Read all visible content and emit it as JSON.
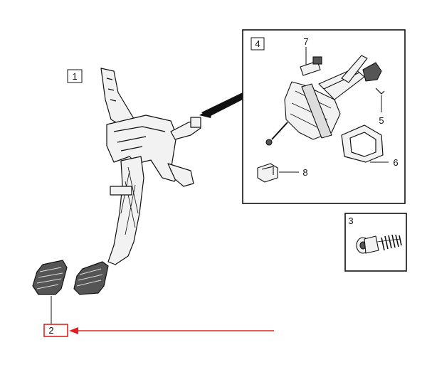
{
  "diagram": {
    "callouts": {
      "c1": "1",
      "c2": "2",
      "c3": "3",
      "c4": "4",
      "c5": "5",
      "c6": "6",
      "c7": "7",
      "c8": "8"
    },
    "colors": {
      "line": "#111111",
      "highlight": "#e02020",
      "background": "#ffffff",
      "part_fill": "#f2f2f2",
      "part_dark": "#444444"
    }
  }
}
